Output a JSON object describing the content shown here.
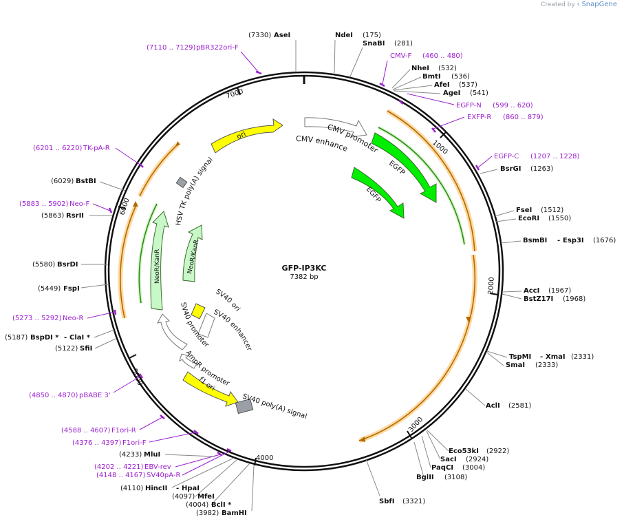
{
  "credit": {
    "prefix": "Created by",
    "brand": "SnapGene"
  },
  "plasmid": {
    "name": "GFP-IP3KC",
    "size": "7382 bp"
  },
  "ticks": [
    "1000",
    "2000",
    "3000",
    "4000",
    "5000",
    "6000",
    "7000"
  ],
  "features": {
    "ori": "ori",
    "cmv_promoter": "CMV promoter",
    "cmv_enhancer": "CMV enhancer",
    "egfp_outer": "EGFP",
    "egfp_inner": "EGFP",
    "hsv_tk": "HSV TK poly(A) signal",
    "neo_outer": "NeoR/KanR",
    "neo_inner": "NeoR/KanR",
    "sv40_ori": "SV40 ori",
    "sv40_enhancer": "SV40 enhancer",
    "sv40_promoter": "SV40 promoter",
    "ampr_promoter": "AmpR promoter",
    "f1_ori": "f1 ori",
    "sv40_polya": "SV40 poly(A) signal"
  },
  "primers": [
    {
      "range": "(7110 .. 7129)",
      "name": "pBR322ori-F"
    },
    {
      "range": "(460 .. 480)",
      "name": "CMV-F"
    },
    {
      "range": "(599 .. 620)",
      "name": "EGFP-N"
    },
    {
      "range": "(860 .. 879)",
      "name": "EXFP-R"
    },
    {
      "range": "(1207 .. 1228)",
      "name": "EGFP-C"
    },
    {
      "range": "(6201 .. 6220)",
      "name": "TK-pA-R"
    },
    {
      "range": "(5883 .. 5902)",
      "name": "Neo-F"
    },
    {
      "range": "(5273 .. 5292)",
      "name": "Neo-R"
    },
    {
      "range": "(4850 .. 4870)",
      "name": "pBABE 3'"
    },
    {
      "range": "(4588 .. 4607)",
      "name": "F1ori-R"
    },
    {
      "range": "(4376 .. 4397)",
      "name": "F1ori-F"
    },
    {
      "range": "(4202 .. 4221)",
      "name": "EBV-rev"
    },
    {
      "range": "(4148 .. 4167)",
      "name": "SV40pA-R"
    }
  ],
  "enzymes": [
    {
      "name": "AseI",
      "pos": "(7330)"
    },
    {
      "name": "NdeI",
      "pos": "(175)"
    },
    {
      "name": "SnaBI",
      "pos": "(281)"
    },
    {
      "name": "NheI",
      "pos": "(532)"
    },
    {
      "name": "BmtI",
      "pos": "(536)"
    },
    {
      "name": "AfeI",
      "pos": "(537)"
    },
    {
      "name": "AgeI",
      "pos": "(541)"
    },
    {
      "name": "BsrGI",
      "pos": "(1263)"
    },
    {
      "name": "FseI",
      "pos": "(1512)"
    },
    {
      "name": "EcoRI",
      "pos": "(1550)"
    },
    {
      "name": "BsmBI",
      "pos": "(1676)",
      "alt": "Esp3I"
    },
    {
      "name": "AccI",
      "pos": "(1967)"
    },
    {
      "name": "BstZ17I",
      "pos": "(1968)"
    },
    {
      "name": "TspMI",
      "pos": "(2331)",
      "alt": "XmaI"
    },
    {
      "name": "SmaI",
      "pos": "(2333)"
    },
    {
      "name": "AclI",
      "pos": "(2581)"
    },
    {
      "name": "Eco53kI",
      "pos": "(2922)"
    },
    {
      "name": "SacI",
      "pos": "(2924)"
    },
    {
      "name": "PaqCI",
      "pos": "(3004)"
    },
    {
      "name": "BglII",
      "pos": "(3108)"
    },
    {
      "name": "SbfI",
      "pos": "(3321)"
    },
    {
      "name": "BstBI",
      "pos": "(6029)"
    },
    {
      "name": "RsrII",
      "pos": "(5863)"
    },
    {
      "name": "BsrDI",
      "pos": "(5580)"
    },
    {
      "name": "FspI",
      "pos": "(5449)"
    },
    {
      "name": "BspDI *",
      "pos": "(5187)",
      "alt": "ClaI *"
    },
    {
      "name": "SfiI",
      "pos": "(5122)"
    },
    {
      "name": "MluI",
      "pos": "(4233)"
    },
    {
      "name": "HincII",
      "pos": "(4110)",
      "alt": "HpaI"
    },
    {
      "name": "MfeI",
      "pos": "(4097)"
    },
    {
      "name": "BclI *",
      "pos": "(4004)"
    },
    {
      "name": "BamHI",
      "pos": "(3982)"
    }
  ]
}
